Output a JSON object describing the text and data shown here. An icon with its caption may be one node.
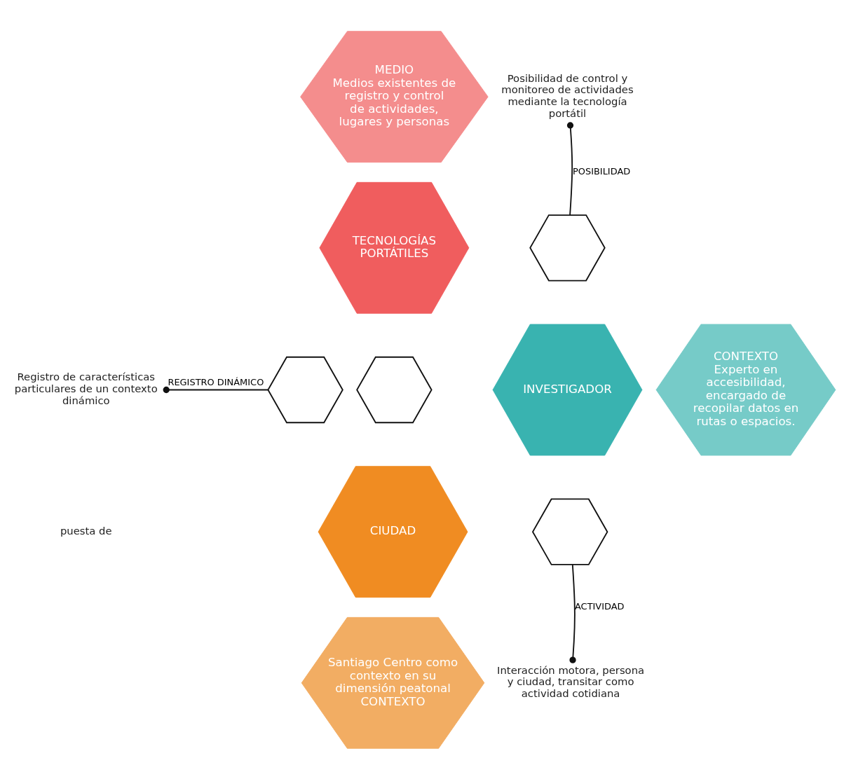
{
  "diagram": {
    "nodes": [
      {
        "text": [
          "MEDIO",
          "Medios existentes de registro y control de actividades, lugares y personas"
        ]
      },
      {
        "text": [
          "TECNOLOGÍAS PORTÁTILES"
        ]
      },
      {
        "text": [
          "INVESTIGADOR"
        ]
      },
      {
        "text": [
          "CIUDAD"
        ]
      },
      {
        "text": [
          "CONTEXTO",
          "Experto en accesibilidad, encargado de recopilar datos en rutas o espacios."
        ]
      },
      {
        "text": [
          "Santiago Centro como contexto en su dimensión peatonal",
          "CONTEXTO"
        ]
      },
      {
        "text": [],
        "shape": "hexagon"
      },
      {
        "text": [],
        "shape": "hexagon"
      },
      {
        "text": [],
        "shape": "hexagon"
      },
      {
        "text": [],
        "shape": "hexagon"
      },
      {
        "text": [
          "Posibilidad de control y monitoreo de actividades mediante la tecnología portátil"
        ]
      },
      {
        "text": [
          "Registro de características particulares de un contexto dinámico"
        ]
      },
      {
        "text": [
          "Interacción motora, persona y ciudad, transitar como actividad cotidiana"
        ]
      }
    ],
    "edges": [
      {
        "from": 6,
        "to": 10,
        "arrow": "other",
        "label": "POSIBILIDAD"
      },
      {
        "from": 7,
        "to": 11,
        "arrow": "other",
        "label": "REGISTRO DINÁMICO"
      },
      {
        "from": 9,
        "to": 12,
        "arrow": "other",
        "label": "ACTIVIDAD"
      }
    ],
    "labels": [
      "puesta de"
    ]
  }
}
